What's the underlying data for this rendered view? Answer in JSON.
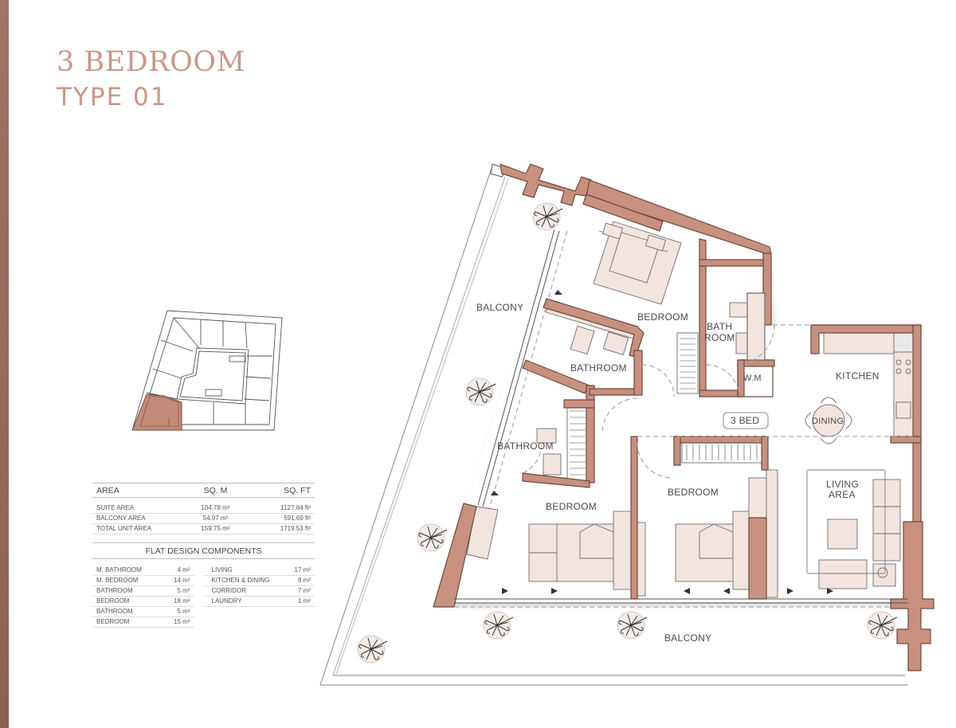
{
  "title": {
    "line1": "3 BEDROOM",
    "line2": "TYPE 01"
  },
  "colors": {
    "accent": "#c9978a",
    "side_strip": "#946a5b",
    "wall": "#c8907e",
    "wall_outline": "#6b4a40",
    "furniture": "#f2e4de",
    "keyplan_highlight": "#c48a78"
  },
  "area_table": {
    "headers": [
      "AREA",
      "SQ. M",
      "SQ. FT"
    ],
    "rows": [
      {
        "label": "SUITE AREA",
        "sqm": "104.78 m²",
        "sqft": "1127.84 ft²"
      },
      {
        "label": "BALCONY AREA",
        "sqm": "54.97 m²",
        "sqft": "591.69 ft²"
      },
      {
        "label": "TOTAL UNIT AREA",
        "sqm": "159.75 m²",
        "sqft": "1719.53 ft²"
      }
    ]
  },
  "components": {
    "title": "FLAT DESIGN COMPONENTS",
    "left": [
      {
        "label": "M. BATHROOM",
        "value": "4 m²"
      },
      {
        "label": "M. BEDROOM",
        "value": "14 m²"
      },
      {
        "label": "BATHROOM",
        "value": "5 m²"
      },
      {
        "label": "BEDROOM",
        "value": "18 m²"
      },
      {
        "label": "BATHROOM",
        "value": "5 m²"
      },
      {
        "label": "BEDROOM",
        "value": "15 m²"
      }
    ],
    "right": [
      {
        "label": "LIVING",
        "value": "17 m²"
      },
      {
        "label": "KITCHEN & DINING",
        "value": "8 m²"
      },
      {
        "label": "CORRIDOR",
        "value": "7 m²"
      },
      {
        "label": "LAUNDRY",
        "value": "1 m²"
      }
    ]
  },
  "floorplan": {
    "labels": {
      "balcony_west": "BALCONY",
      "balcony_south": "BALCONY",
      "master_bedroom": "BEDROOM",
      "master_bath_1": "BATH",
      "master_bath_2": "ROOM",
      "bathroom_upper": "BATHROOM",
      "bathroom_lower": "BATHROOM",
      "bedroom_sw": "BEDROOM",
      "bedroom_mid": "BEDROOM",
      "kitchen": "KITCHEN",
      "dining": "DINING",
      "laundry": "W.M",
      "unit_tag": "3 BED",
      "living_1": "LIVING",
      "living_2": "AREA"
    }
  }
}
